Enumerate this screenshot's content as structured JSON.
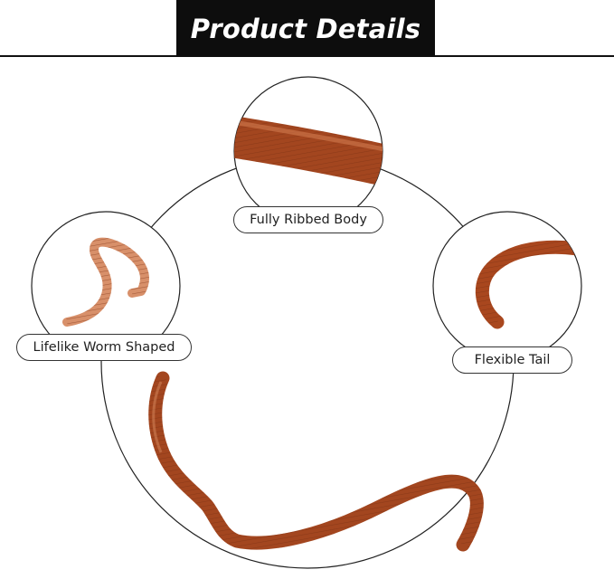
{
  "header": {
    "title": "Product Details"
  },
  "features": {
    "top": {
      "label": "Fully Ribbed Body"
    },
    "left": {
      "label": "Lifelike Worm Shaped"
    },
    "right": {
      "label": "Flexible Tail"
    }
  },
  "colors": {
    "worm_dark": "#a3461f",
    "worm_mid": "#c0602f",
    "worm_light": "#e0a07a",
    "header_bg": "#0d0d0d",
    "header_text": "#ffffff",
    "outline": "#222222"
  }
}
